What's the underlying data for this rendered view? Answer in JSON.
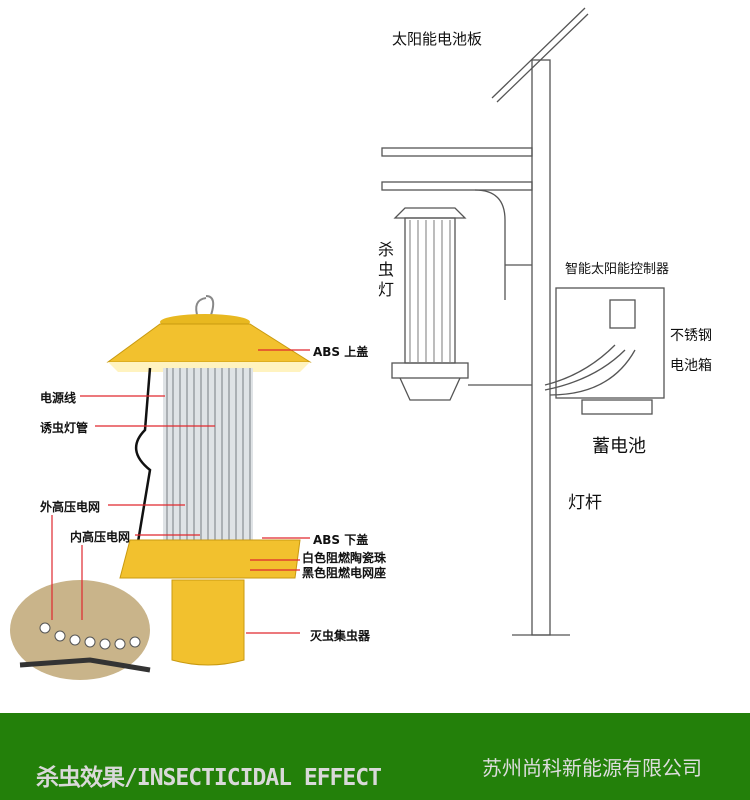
{
  "lamp_labels": {
    "top_cover": "ABS  上盖",
    "power_cord": "电源线",
    "lure_tube": "诱虫灯管",
    "outer_grid": "外高压电网",
    "inner_grid": "内高压电网",
    "bottom_cover": "ABS  下盖",
    "ceramic_beads": "白色阻燃陶瓷珠",
    "grid_base": "黑色阻燃电网座",
    "collector": "灭虫集虫器"
  },
  "system_labels": {
    "solar_panel": "太阳能电池板",
    "lamp": "杀虫灯",
    "controller": "智能太阳能控制器",
    "battery_box_1": "不锈钢",
    "battery_box_2": "电池箱",
    "battery": "蓄电池",
    "pole": "灯杆"
  },
  "banner": {
    "title": "杀虫效果/INSECTICIDAL EFFECT",
    "company": "苏州尚科新能源有限公司"
  },
  "colors": {
    "banner": "#23800a",
    "lamp_yellow": "#f2c12e",
    "leader": "#e0282e"
  }
}
